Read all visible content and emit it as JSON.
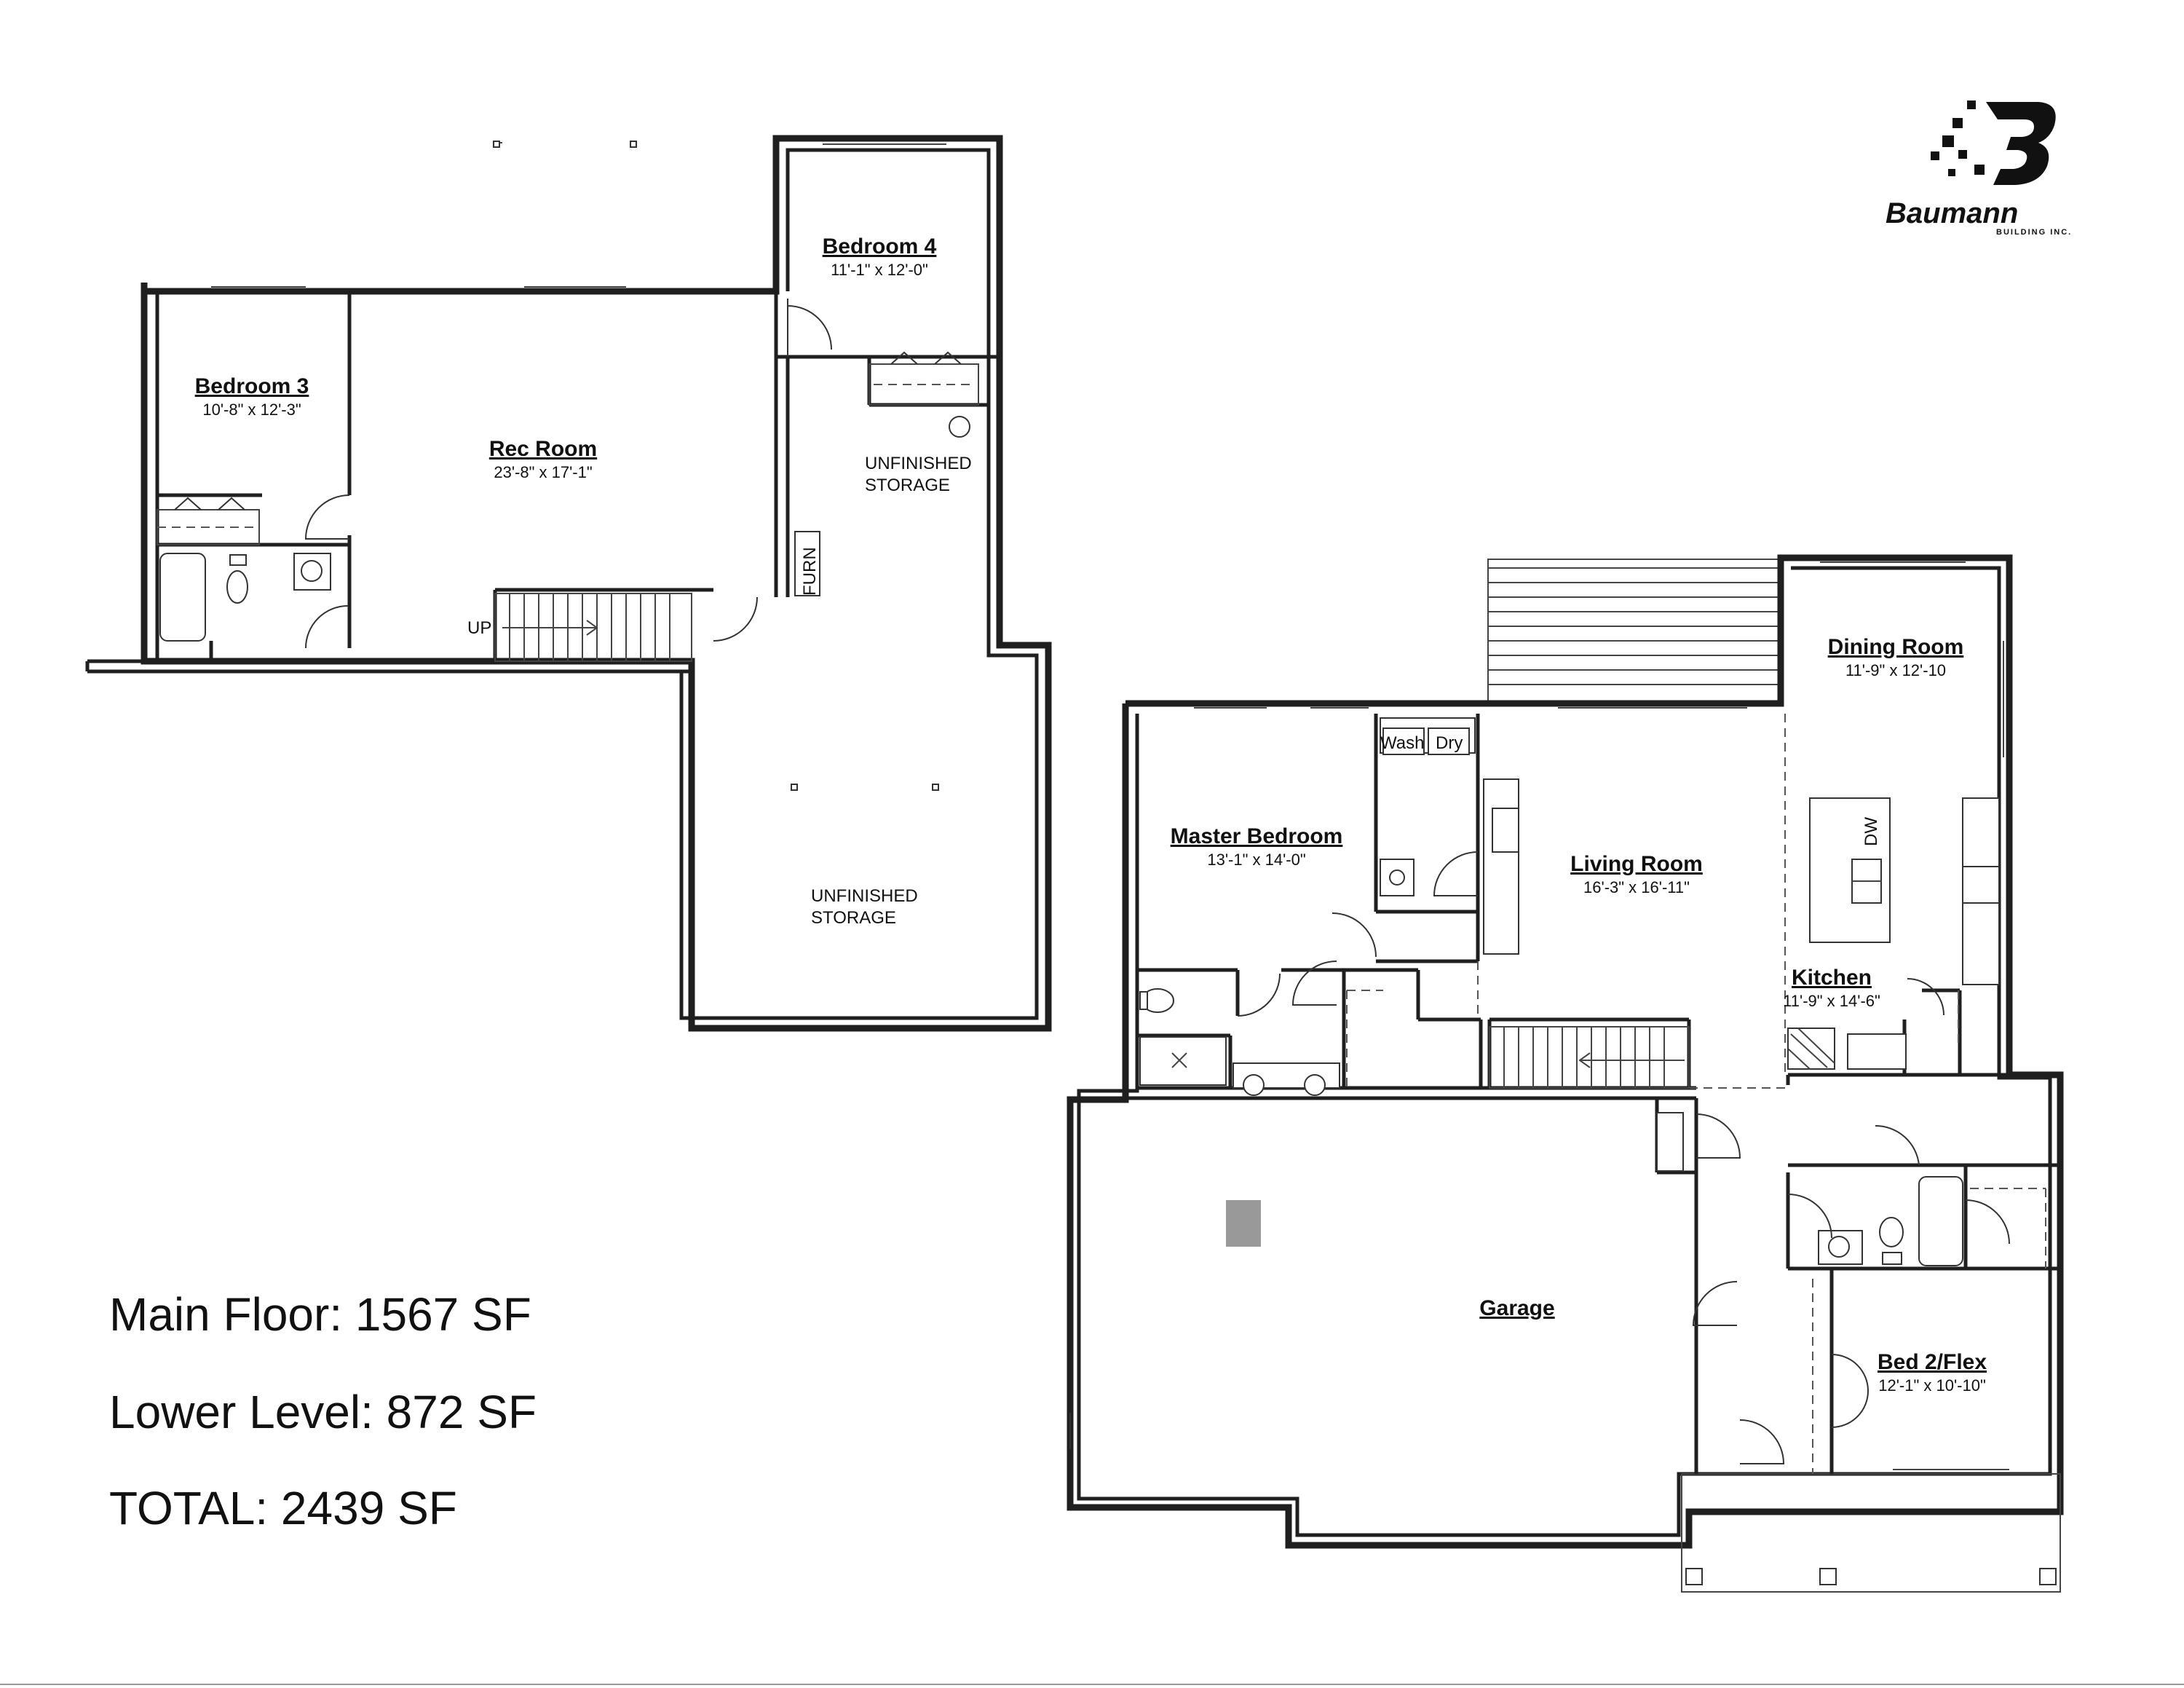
{
  "logo": {
    "wordmark": "Baumann",
    "tagline": "BUILDING INC."
  },
  "lower_level": {
    "rooms": {
      "bedroom3": {
        "name": "Bedroom 3",
        "dims": "10'-8\" x 12'-3\""
      },
      "bedroom4": {
        "name": "Bedroom 4",
        "dims": "11'-1\" x 12'-0\""
      },
      "rec_room": {
        "name": "Rec Room",
        "dims": "23'-8\" x 17'-1\""
      }
    },
    "labels": {
      "storage_upper": [
        "UNFINISHED",
        "STORAGE"
      ],
      "storage_lower": [
        "UNFINISHED",
        "STORAGE"
      ],
      "furnace": "FURN",
      "stairs_up": "UP"
    }
  },
  "main_floor": {
    "rooms": {
      "master": {
        "name": "Master Bedroom",
        "dims": "13'-1\" x 14'-0\""
      },
      "living": {
        "name": "Living Room",
        "dims": "16'-3\" x 16'-11\""
      },
      "dining": {
        "name": "Dining Room",
        "dims": "11'-9\" x 12'-10"
      },
      "kitchen": {
        "name": "Kitchen",
        "dims": "11'-9\" x 14'-6\""
      },
      "bed2": {
        "name": "Bed 2/Flex",
        "dims": "12'-1\" x 10'-10\""
      },
      "garage": {
        "name": "Garage"
      }
    },
    "labels": {
      "washer": "Wash",
      "dryer": "Dry",
      "dishwasher": "DW"
    }
  },
  "totals": {
    "main": "Main Floor: 1567 SF",
    "lower": "Lower Level: 872 SF",
    "total": "TOTAL: 2439 SF"
  }
}
